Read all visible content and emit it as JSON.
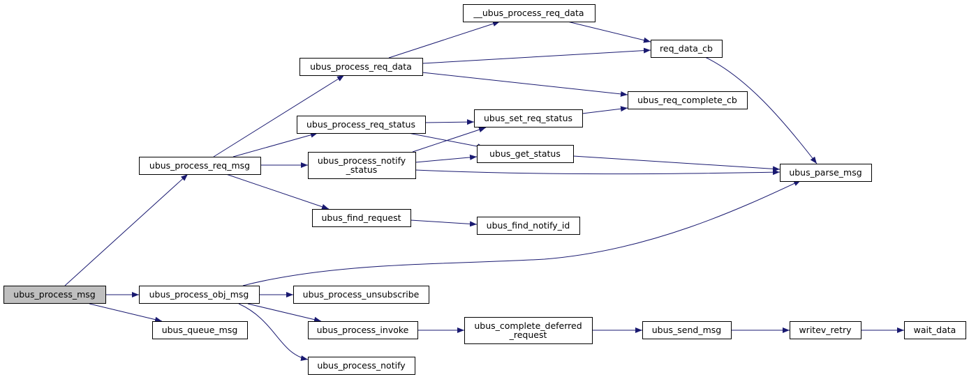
{
  "colors": {
    "node_fill": "#ffffff",
    "root_fill": "#bfbfbf",
    "node_border": "#000000",
    "edge": "#191970"
  },
  "nodes": [
    {
      "id": "ubus_process_msg",
      "lines": [
        "ubus_process_msg"
      ],
      "root": true
    },
    {
      "id": "ubus_process_req_msg",
      "lines": [
        "ubus_process_req_msg"
      ]
    },
    {
      "id": "ubus_process_obj_msg",
      "lines": [
        "ubus_process_obj_msg"
      ]
    },
    {
      "id": "ubus_queue_msg",
      "lines": [
        "ubus_queue_msg"
      ]
    },
    {
      "id": "ubus_process_req_data",
      "lines": [
        "ubus_process_req_data"
      ]
    },
    {
      "id": "ubus_process_req_status",
      "lines": [
        "ubus_process_req_status"
      ]
    },
    {
      "id": "ubus_process_notify_status",
      "lines": [
        "ubus_process_notify",
        "_status"
      ]
    },
    {
      "id": "ubus_find_request",
      "lines": [
        "ubus_find_request"
      ]
    },
    {
      "id": "ubus_process_unsubscribe",
      "lines": [
        "ubus_process_unsubscribe"
      ]
    },
    {
      "id": "ubus_process_invoke",
      "lines": [
        "ubus_process_invoke"
      ]
    },
    {
      "id": "ubus_process_notify",
      "lines": [
        "ubus_process_notify"
      ]
    },
    {
      "id": "__ubus_process_req_data",
      "lines": [
        "__ubus_process_req_data"
      ]
    },
    {
      "id": "ubus_set_req_status",
      "lines": [
        "ubus_set_req_status"
      ]
    },
    {
      "id": "ubus_get_status",
      "lines": [
        "ubus_get_status"
      ]
    },
    {
      "id": "ubus_find_notify_id",
      "lines": [
        "ubus_find_notify_id"
      ]
    },
    {
      "id": "ubus_complete_deferred_request",
      "lines": [
        "ubus_complete_deferred",
        "_request"
      ]
    },
    {
      "id": "req_data_cb",
      "lines": [
        "req_data_cb"
      ]
    },
    {
      "id": "ubus_req_complete_cb",
      "lines": [
        "ubus_req_complete_cb"
      ]
    },
    {
      "id": "ubus_parse_msg",
      "lines": [
        "ubus_parse_msg"
      ]
    },
    {
      "id": "ubus_send_msg",
      "lines": [
        "ubus_send_msg"
      ]
    },
    {
      "id": "writev_retry",
      "lines": [
        "writev_retry"
      ]
    },
    {
      "id": "wait_data",
      "lines": [
        "wait_data"
      ]
    }
  ],
  "edges": [
    {
      "from": "ubus_process_msg",
      "to": "ubus_process_req_msg"
    },
    {
      "from": "ubus_process_msg",
      "to": "ubus_process_obj_msg"
    },
    {
      "from": "ubus_process_msg",
      "to": "ubus_queue_msg"
    },
    {
      "from": "ubus_process_req_msg",
      "to": "ubus_process_req_data"
    },
    {
      "from": "ubus_process_req_msg",
      "to": "ubus_process_req_status"
    },
    {
      "from": "ubus_process_req_msg",
      "to": "ubus_process_notify_status"
    },
    {
      "from": "ubus_process_req_msg",
      "to": "ubus_find_request"
    },
    {
      "from": "ubus_process_req_data",
      "to": "__ubus_process_req_data"
    },
    {
      "from": "ubus_process_req_data",
      "to": "req_data_cb"
    },
    {
      "from": "ubus_process_req_data",
      "to": "ubus_req_complete_cb"
    },
    {
      "from": "__ubus_process_req_data",
      "to": "req_data_cb"
    },
    {
      "from": "req_data_cb",
      "to": "ubus_parse_msg"
    },
    {
      "from": "ubus_process_req_status",
      "to": "ubus_set_req_status"
    },
    {
      "from": "ubus_process_req_status",
      "to": "ubus_get_status"
    },
    {
      "from": "ubus_set_req_status",
      "to": "ubus_req_complete_cb"
    },
    {
      "from": "ubus_process_notify_status",
      "to": "ubus_set_req_status"
    },
    {
      "from": "ubus_process_notify_status",
      "to": "ubus_get_status"
    },
    {
      "from": "ubus_process_notify_status",
      "to": "ubus_parse_msg"
    },
    {
      "from": "ubus_get_status",
      "to": "ubus_parse_msg"
    },
    {
      "from": "ubus_find_request",
      "to": "ubus_find_notify_id"
    },
    {
      "from": "ubus_process_obj_msg",
      "to": "ubus_parse_msg"
    },
    {
      "from": "ubus_process_obj_msg",
      "to": "ubus_process_unsubscribe"
    },
    {
      "from": "ubus_process_obj_msg",
      "to": "ubus_process_invoke"
    },
    {
      "from": "ubus_process_obj_msg",
      "to": "ubus_process_notify"
    },
    {
      "from": "ubus_process_invoke",
      "to": "ubus_complete_deferred_request"
    },
    {
      "from": "ubus_complete_deferred_request",
      "to": "ubus_send_msg"
    },
    {
      "from": "ubus_send_msg",
      "to": "writev_retry"
    },
    {
      "from": "writev_retry",
      "to": "wait_data"
    }
  ]
}
